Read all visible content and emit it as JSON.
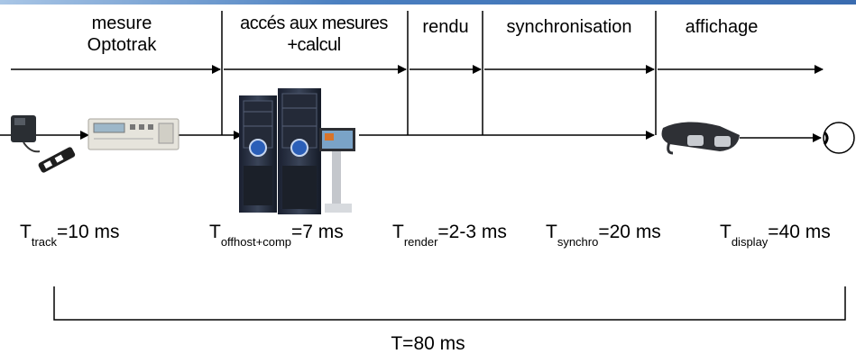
{
  "colors": {
    "top_bar": "#4a7fc0",
    "lines": "#000000"
  },
  "stages": [
    {
      "label_line1": "mesure",
      "label_line2": "Optotrak"
    },
    {
      "label_line1": "accés aux mesures",
      "label_line2": "+calcul"
    },
    {
      "label_line1": "rendu",
      "label_line2": ""
    },
    {
      "label_line1": "synchronisation",
      "label_line2": ""
    },
    {
      "label_line1": "affichage",
      "label_line2": ""
    }
  ],
  "latencies": [
    {
      "symbol": "T",
      "subscript": "track",
      "value": "=10 ms"
    },
    {
      "symbol": "T",
      "subscript": "offhost+comp",
      "value": "=7 ms"
    },
    {
      "symbol": "T",
      "subscript": "render",
      "value": "=2-3 ms"
    },
    {
      "symbol": "T",
      "subscript": "synchro",
      "value": "=20 ms"
    },
    {
      "symbol": "T",
      "subscript": "display",
      "value": "=40 ms"
    }
  ],
  "total": "T=80 ms",
  "icons": [
    "optotrak-sensor-icon",
    "optotrak-controller-icon",
    "server-rack-icon",
    "kiosk-terminal-icon",
    "hmd-goggles-icon",
    "eye-icon"
  ]
}
